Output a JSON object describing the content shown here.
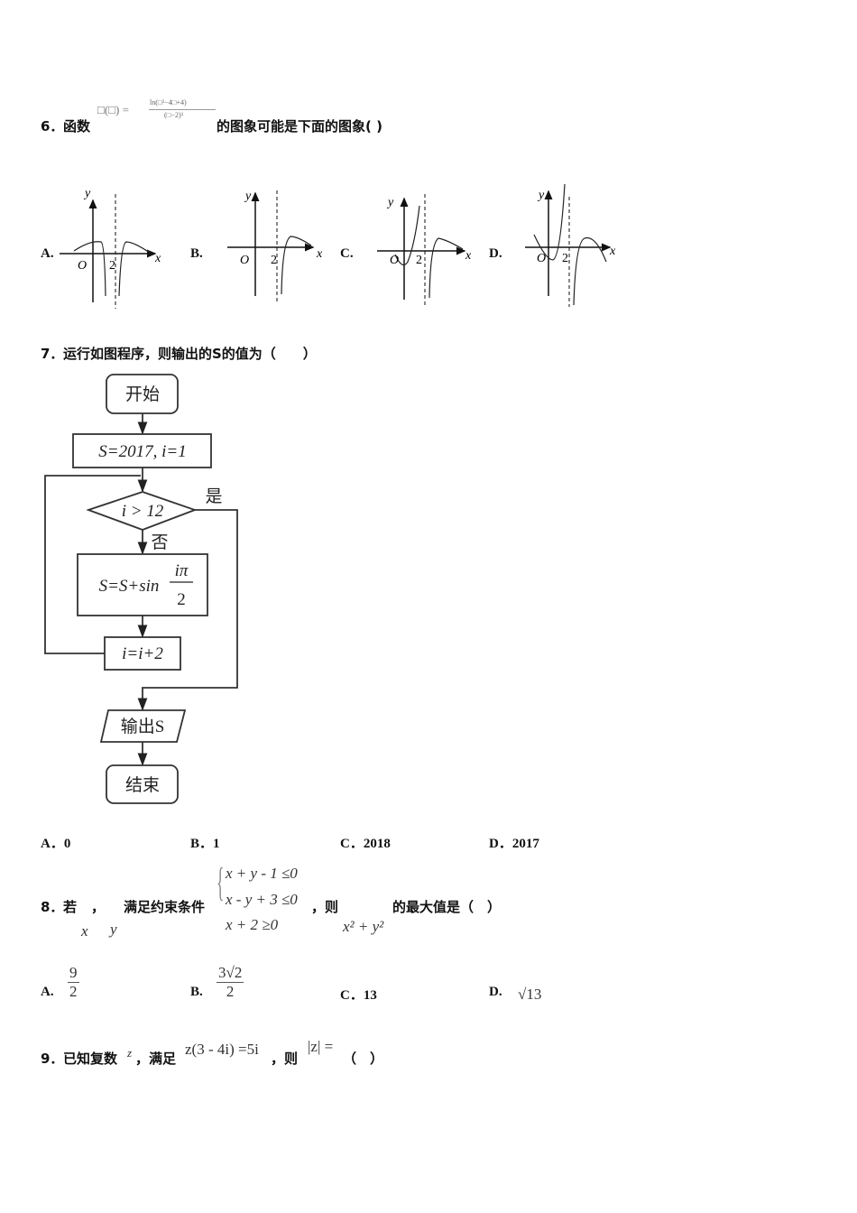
{
  "q6": {
    "number": "6．",
    "prefix": "函数",
    "formula_lhs": "□(□) =",
    "formula_num": "ln(□²−4□+4)",
    "formula_den": "(□−2)³",
    "suffix": "的图象可能是下面的图象(  )",
    "options": [
      {
        "label": "A.",
        "origin": "O",
        "tick": "2",
        "x_axis": "x",
        "y_axis": "y"
      },
      {
        "label": "B.",
        "origin": "O",
        "tick": "2",
        "x_axis": "x",
        "y_axis": "y"
      },
      {
        "label": "C.",
        "origin": "O",
        "tick": "2",
        "x_axis": "x",
        "y_axis": "y"
      },
      {
        "label": "D.",
        "origin": "O",
        "tick": "2",
        "x_axis": "x",
        "y_axis": "y"
      }
    ]
  },
  "q7": {
    "number": "7．",
    "text": "运行如图程序，则输出的S的值为（　　）",
    "flowchart": {
      "start": "开始",
      "init": "S=2017, i=1",
      "condition": "i > 12",
      "yes": "是",
      "no": "否",
      "process_left": "S=S+sin",
      "process_num": "iπ",
      "process_den": "2",
      "increment": "i=i+2",
      "output": "输出S",
      "end": "结束"
    },
    "options": [
      {
        "label": "A．",
        "value": "0"
      },
      {
        "label": "B．",
        "value": "1"
      },
      {
        "label": "C．",
        "value": "2018"
      },
      {
        "label": "D．",
        "value": "2017"
      }
    ]
  },
  "q8": {
    "number": "8．",
    "text1": "若",
    "comma": "，",
    "text2": "满足约束条件",
    "var_x": "x",
    "var_y": "y",
    "constraints": [
      "x + y - 1 ≤0",
      "x -  y + 3 ≤0",
      "x + 2 ≥0"
    ],
    "text3": "，则",
    "expr": "x² + y²",
    "text4": "的最大值是（　）",
    "options": [
      {
        "label": "A.",
        "num": "9",
        "den": "2"
      },
      {
        "label": "B.",
        "num": "3√2",
        "den": "2"
      },
      {
        "label": "C．",
        "value": "13"
      },
      {
        "label": "D.",
        "value": "√13"
      }
    ]
  },
  "q9": {
    "number": "9．",
    "text1": "已知复数",
    "var": "z",
    "text2": "，满足",
    "equation": "z(3 -  4i) =5i",
    "text3": "，则",
    "modulus": "|z| =",
    "text4": "（　）"
  }
}
